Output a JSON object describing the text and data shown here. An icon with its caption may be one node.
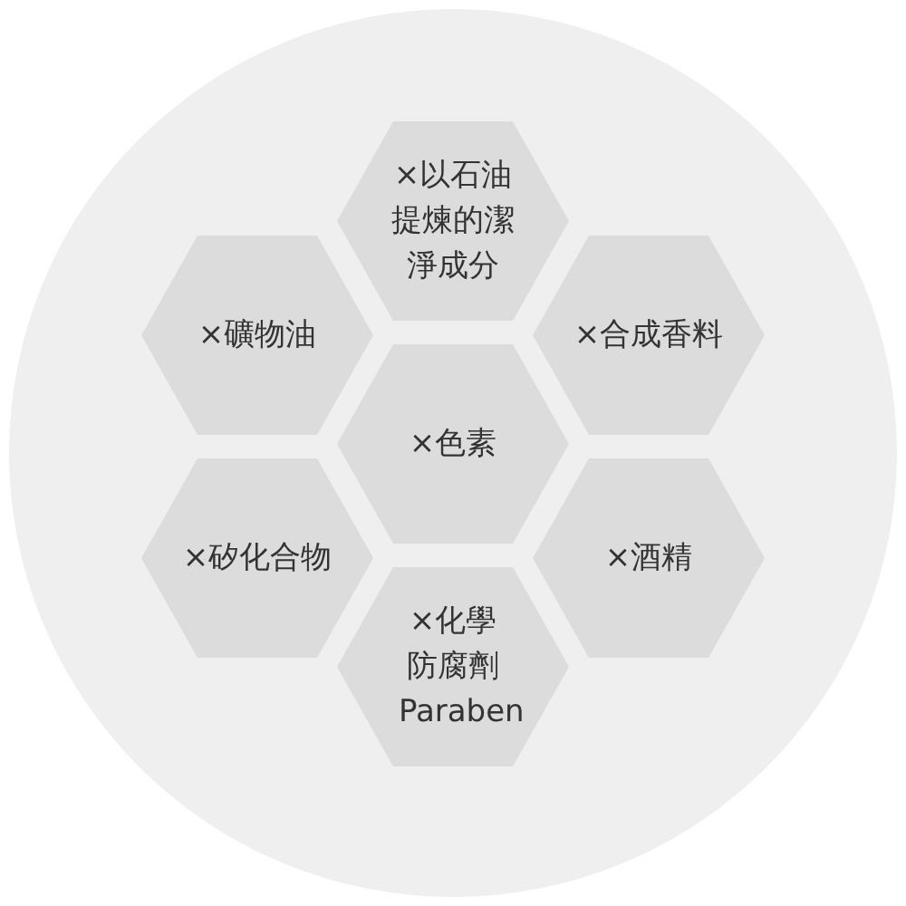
{
  "diagram": {
    "nodes": [
      {
        "text": [],
        "shape": "circle"
      },
      {
        "text": [
          "×以石油提煉的潔淨成分"
        ],
        "in": 0
      },
      {
        "text": [
          "×礦物油"
        ],
        "in": 0
      },
      {
        "text": [
          "×合成香料"
        ],
        "in": 0
      },
      {
        "text": [
          "×色素"
        ],
        "in": 0
      },
      {
        "text": [
          "×矽化合物"
        ],
        "in": 0
      },
      {
        "text": [
          "×酒精"
        ],
        "in": 0
      },
      {
        "text": [
          "×化學防腐劑 Paraben"
        ],
        "in": 0
      }
    ]
  }
}
